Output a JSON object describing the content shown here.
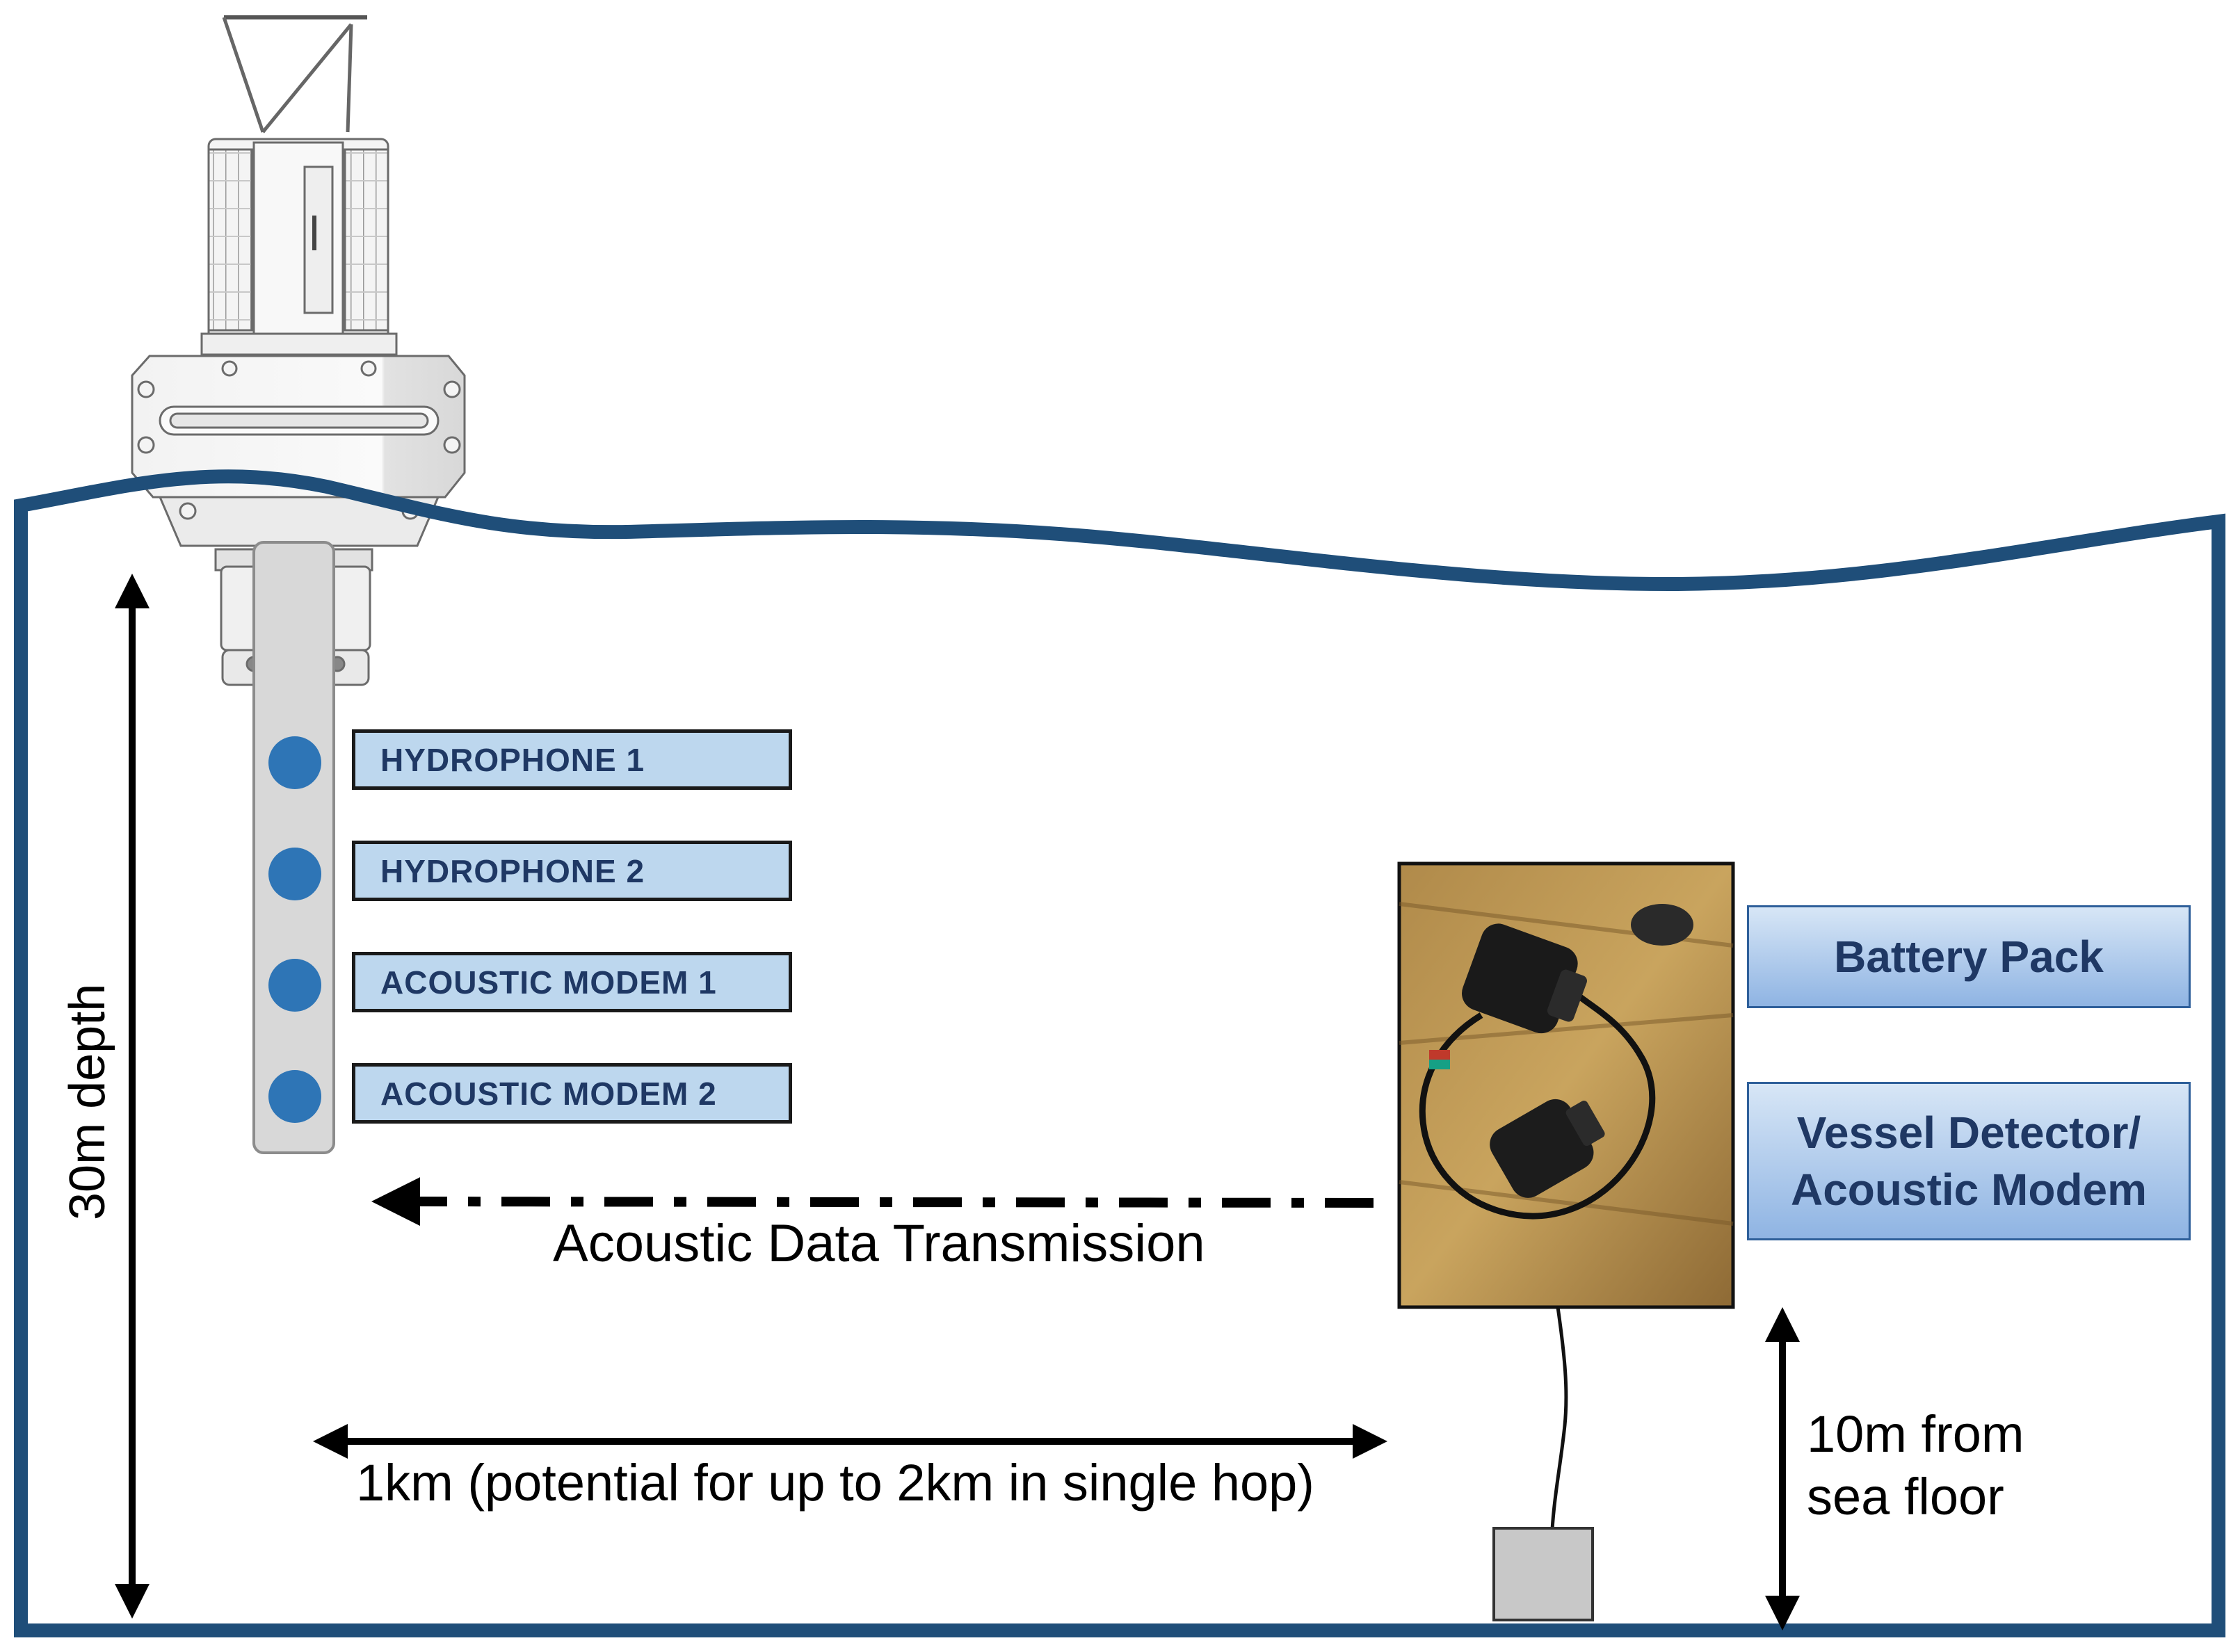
{
  "colors": {
    "water_line": "#1f4e79",
    "sensor_dot": "#2e75b6",
    "label_fill": "#bdd7ee",
    "label_text": "#1f3864"
  },
  "sensors": [
    {
      "label": "HYDROPHONE 1"
    },
    {
      "label": "HYDROPHONE 2"
    },
    {
      "label": "ACOUSTIC MODEM 1"
    },
    {
      "label": "ACOUSTIC MODEM 2"
    }
  ],
  "device_labels": {
    "battery_pack": "Battery Pack",
    "vessel_detector_line1": "Vessel Detector/",
    "vessel_detector_line2": "Acoustic Modem"
  },
  "annotations": {
    "depth": "30m depth",
    "transmission": "Acoustic Data Transmission",
    "range": "1km (potential for up to 2km in single hop)",
    "height_line1": "10m from",
    "height_line2": "sea floor"
  },
  "icons": [
    "buoy-icon",
    "device-photo",
    "anchor-weight"
  ]
}
